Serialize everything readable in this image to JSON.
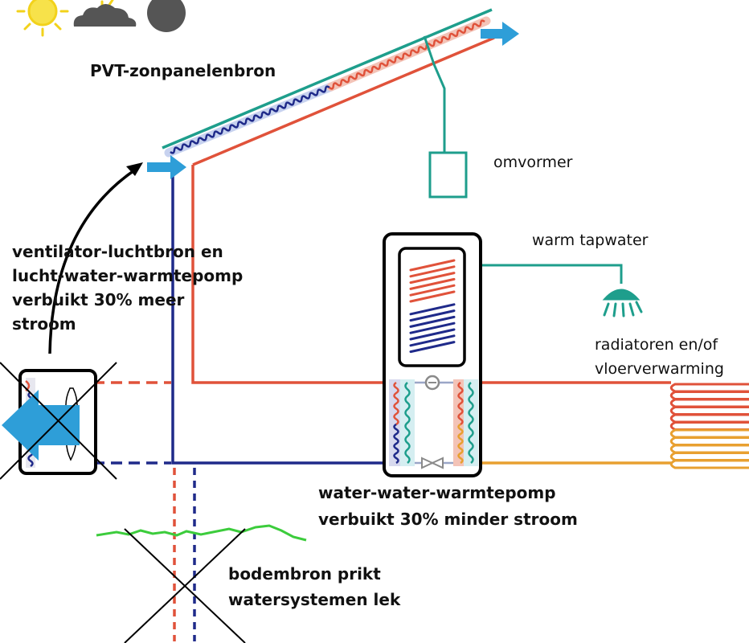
{
  "labels": {
    "pvt_source": "PVT-zonpanelenbron",
    "inverter": "omvormer",
    "hot_tap_water": "warm tapwater",
    "radiators_1": "radiatoren en/of",
    "radiators_2": "vloerverwarming",
    "air_1": "ventilator-luchtbron en",
    "air_2": "lucht-water-warmtepomp",
    "air_3": "verbuikt 30% meer",
    "air_4": "stroom",
    "ww_1": "water-water-warmtepomp",
    "ww_2": "verbuikt 30% minder stroom",
    "ground_1": "bodembron prikt",
    "ground_2": "watersystemen lek"
  },
  "weather_icons": [
    "sun-icon",
    "cloud-sun-icon",
    "night-icon"
  ],
  "colors": {
    "hot_pipe": "#e0523a",
    "cold_pipe": "#1f2a8a",
    "electric": "#1e9e8c",
    "flow_arrow": "#2e9ed8",
    "warm_floor": "#e8a030",
    "grass": "#3ccc3c",
    "sun": "#f2d21b",
    "cloud": "#555555",
    "outline": "#000000"
  }
}
